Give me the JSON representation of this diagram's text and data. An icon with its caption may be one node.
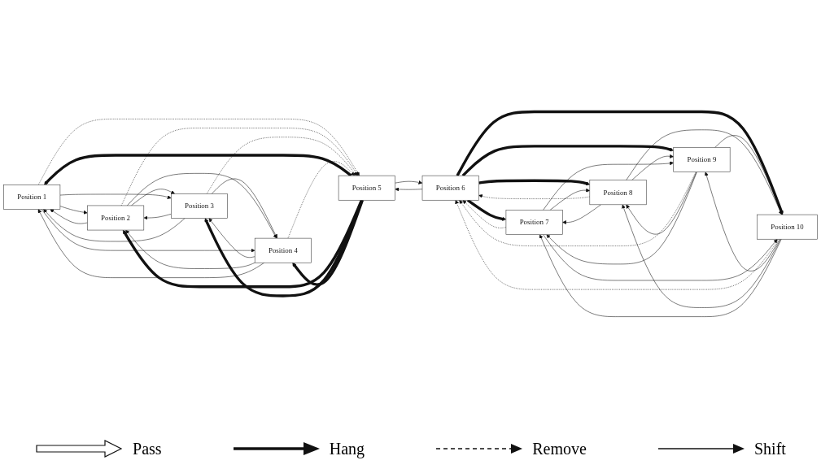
{
  "diagram": {
    "nodes": [
      {
        "text": [
          "Position 1"
        ]
      },
      {
        "text": [
          "Position 2"
        ]
      },
      {
        "text": [
          "Position 3"
        ]
      },
      {
        "text": [
          "Position 4"
        ]
      },
      {
        "text": [
          "Position 5"
        ]
      },
      {
        "text": [
          "Position 6"
        ]
      },
      {
        "text": [
          "Position 7"
        ]
      },
      {
        "text": [
          "Position 8"
        ]
      },
      {
        "text": [
          "Position 9"
        ]
      },
      {
        "text": [
          "Position 10"
        ]
      }
    ],
    "edges": [
      {
        "from": 0,
        "to": 1,
        "arrow": "to"
      },
      {
        "from": 1,
        "to": 0,
        "arrow": "to"
      },
      {
        "from": 1,
        "to": 2,
        "arrow": "to"
      },
      {
        "from": 2,
        "to": 1,
        "arrow": "to"
      },
      {
        "from": 2,
        "to": 3,
        "arrow": "to"
      },
      {
        "from": 3,
        "to": 2,
        "arrow": "to"
      },
      {
        "from": 0,
        "to": 2,
        "arrow": "to"
      },
      {
        "from": 2,
        "to": 0,
        "arrow": "to"
      },
      {
        "from": 1,
        "to": 3,
        "arrow": "to"
      },
      {
        "from": 3,
        "to": 1,
        "arrow": "to"
      },
      {
        "from": 0,
        "to": 3,
        "arrow": "to"
      },
      {
        "from": 3,
        "to": 0,
        "arrow": "to"
      },
      {
        "from": 4,
        "to": 0,
        "arrow": "to",
        "style": "thick"
      },
      {
        "from": 4,
        "to": 1,
        "arrow": "to",
        "style": "thick"
      },
      {
        "from": 4,
        "to": 2,
        "arrow": "to",
        "style": "thick"
      },
      {
        "from": 4,
        "to": 3,
        "arrow": "to",
        "style": "thick"
      },
      {
        "from": 0,
        "to": 4,
        "arrow": "to",
        "style": "dashed"
      },
      {
        "from": 1,
        "to": 4,
        "arrow": "to",
        "style": "dashed"
      },
      {
        "from": 2,
        "to": 4,
        "arrow": "to",
        "style": "dashed"
      },
      {
        "from": 3,
        "to": 4,
        "arrow": "to",
        "style": "dashed"
      },
      {
        "from": 4,
        "to": 5,
        "arrow": "to"
      },
      {
        "from": 5,
        "to": 4,
        "arrow": "to"
      },
      {
        "from": 5,
        "to": 6,
        "arrow": "to",
        "style": "thick"
      },
      {
        "from": 5,
        "to": 7,
        "arrow": "to",
        "style": "thick"
      },
      {
        "from": 5,
        "to": 8,
        "arrow": "to",
        "style": "thick"
      },
      {
        "from": 5,
        "to": 9,
        "arrow": "to",
        "style": "thick"
      },
      {
        "from": 6,
        "to": 5,
        "arrow": "to",
        "style": "dashed"
      },
      {
        "from": 7,
        "to": 5,
        "arrow": "to",
        "style": "dashed"
      },
      {
        "from": 8,
        "to": 5,
        "arrow": "to",
        "style": "dashed"
      },
      {
        "from": 9,
        "to": 5,
        "arrow": "to",
        "style": "dashed"
      },
      {
        "from": 6,
        "to": 7,
        "arrow": "to"
      },
      {
        "from": 7,
        "to": 6,
        "arrow": "to"
      },
      {
        "from": 7,
        "to": 8,
        "arrow": "to"
      },
      {
        "from": 8,
        "to": 7,
        "arrow": "to"
      },
      {
        "from": 8,
        "to": 9,
        "arrow": "to"
      },
      {
        "from": 9,
        "to": 8,
        "arrow": "to"
      },
      {
        "from": 6,
        "to": 8,
        "arrow": "to"
      },
      {
        "from": 8,
        "to": 6,
        "arrow": "to"
      },
      {
        "from": 7,
        "to": 9,
        "arrow": "to"
      },
      {
        "from": 9,
        "to": 7,
        "arrow": "to"
      },
      {
        "from": 6,
        "to": 9,
        "arrow": "to"
      },
      {
        "from": 9,
        "to": 6,
        "arrow": "to"
      }
    ],
    "legend": [
      {
        "text": "Pass"
      },
      {
        "text": "Hang"
      },
      {
        "text": "Remove"
      },
      {
        "text": "Shift"
      }
    ]
  }
}
